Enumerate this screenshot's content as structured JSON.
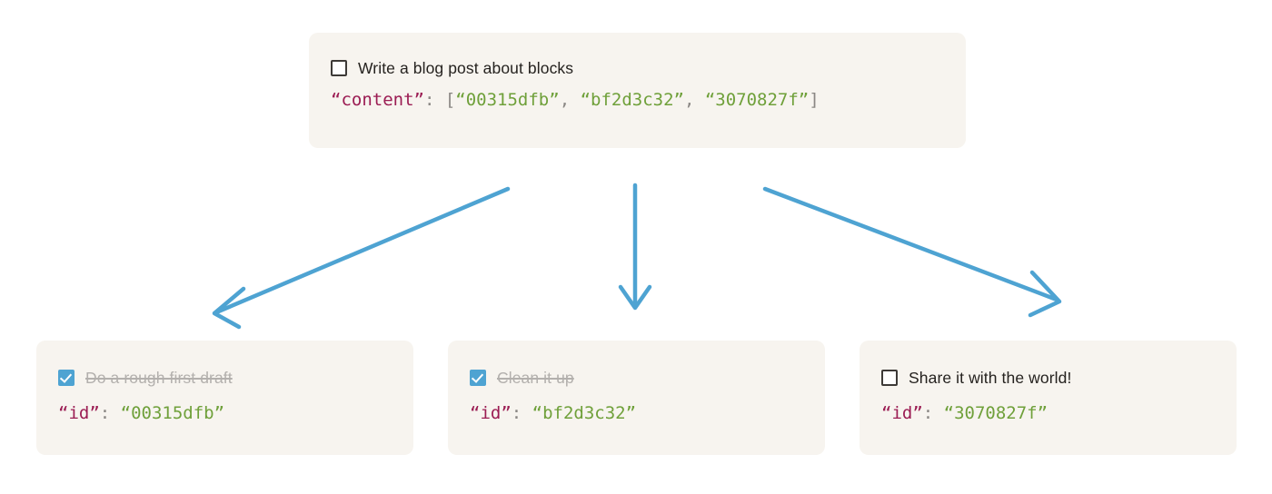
{
  "diagram": {
    "type": "block-tree",
    "background_color": "#ffffff",
    "card_color": "#f7f4ef",
    "arrow_color": "#4ea3d2",
    "checkbox_checked_color": "#4ea3d2",
    "json_key_color": "#9b1c53",
    "json_value_color": "#6fa03a",
    "done_text_color": "#b3b0ad"
  },
  "parent": {
    "checkbox_state": "unchecked",
    "checkbox_glyph": "checkbox-empty",
    "label": "Write a blog post about blocks",
    "json": {
      "key": "“content”",
      "colon": ":",
      "open": " [",
      "values": [
        {
          "text": "“00315dfb”",
          "sep": ", "
        },
        {
          "text": "“bf2d3c32”",
          "sep": ", "
        },
        {
          "text": "“3070827f”",
          "sep": ""
        }
      ],
      "close": "]"
    }
  },
  "children": [
    {
      "checkbox_state": "checked",
      "checkbox_glyph": "checkbox-checked",
      "label": "Do a rough first draft",
      "done": true,
      "json": {
        "key": "“id”",
        "colon": ":",
        "space": " ",
        "value": "“00315dfb”"
      }
    },
    {
      "checkbox_state": "checked",
      "checkbox_glyph": "checkbox-checked",
      "label": "Clean it up",
      "done": true,
      "json": {
        "key": "“id”",
        "colon": ":",
        "space": " ",
        "value": "“bf2d3c32”"
      }
    },
    {
      "checkbox_state": "unchecked",
      "checkbox_glyph": "checkbox-empty",
      "label": "Share it with the world!",
      "done": false,
      "json": {
        "key": "“id”",
        "colon": ":",
        "space": " ",
        "value": "“3070827f”"
      }
    }
  ],
  "arrows": [
    {
      "name": "arrow-to-first-child",
      "direction": "down-left"
    },
    {
      "name": "arrow-to-second-child",
      "direction": "down"
    },
    {
      "name": "arrow-to-third-child",
      "direction": "down-right"
    }
  ]
}
